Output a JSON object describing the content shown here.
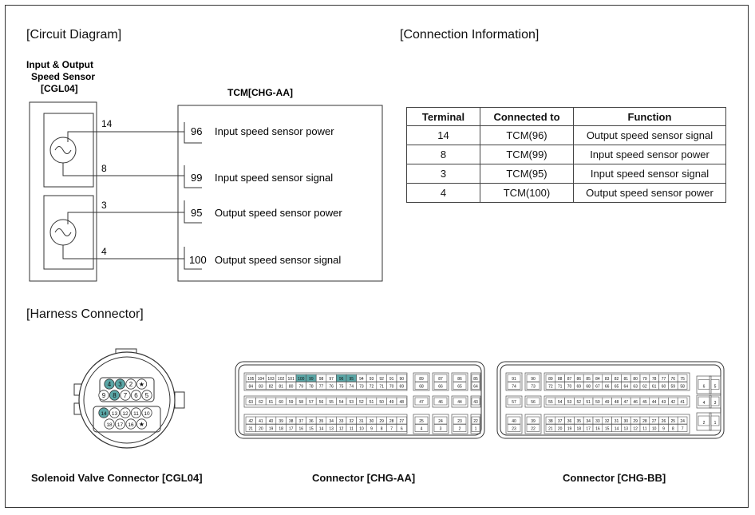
{
  "sections": {
    "circuit": "[Circuit Diagram]",
    "connection": "[Connection Information]",
    "harness": "[Harness Connector]"
  },
  "sensor": {
    "title_line1": "Input & Output",
    "title_line2": "Speed Sensor",
    "title_line3": "[CGL04]",
    "pins": [
      "14",
      "8",
      "3",
      "4"
    ]
  },
  "tcm": {
    "title": "TCM[CHG-AA]",
    "terminals": [
      {
        "pin": "96",
        "label": "Input speed sensor power"
      },
      {
        "pin": "99",
        "label": "Input speed sensor signal"
      },
      {
        "pin": "95",
        "label": "Output speed sensor power"
      },
      {
        "pin": "100",
        "label": "Output speed sensor signal"
      }
    ]
  },
  "table": {
    "headers": [
      "Terminal",
      "Connected to",
      "Function"
    ],
    "rows": [
      [
        "14",
        "TCM(96)",
        "Output speed sensor signal"
      ],
      [
        "8",
        "TCM(99)",
        "Input speed sensor power"
      ],
      [
        "3",
        "TCM(95)",
        "Input speed sensor signal"
      ],
      [
        "4",
        "TCM(100)",
        "Output speed sensor power"
      ]
    ]
  },
  "connectors": {
    "cgl04": {
      "caption": "Solenoid Valve Connector [CGL04]",
      "rows": [
        [
          "4",
          "3",
          "2",
          "★"
        ],
        [
          "9",
          "8",
          "7",
          "6",
          "5"
        ],
        [
          "14",
          "13",
          "12",
          "11",
          "10"
        ],
        [
          "18",
          "17",
          "16",
          "★"
        ]
      ],
      "highlighted": [
        "3",
        "4",
        "8",
        "14"
      ]
    },
    "chg_aa": {
      "caption": "Connector [CHG-AA]",
      "highlighted": [
        "100",
        "99",
        "96",
        "95"
      ]
    },
    "chg_bb": {
      "caption": "Connector [CHG-BB]"
    }
  },
  "colors": {
    "highlight": "#5aa6a6",
    "line": "#333333"
  }
}
